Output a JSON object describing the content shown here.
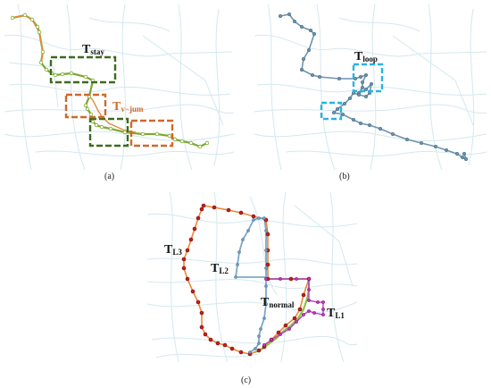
{
  "figure": {
    "panels": [
      {
        "caption": "(a)",
        "labels": [
          {
            "main": "T",
            "sub": "stay",
            "color": "#1d1d1d"
          },
          {
            "main": "T",
            "sub": "v−jum",
            "color": "#d0692a"
          }
        ],
        "colors": {
          "trajectory": "#7fa832",
          "jump_segment": "#e8893a",
          "stay_box": "#3d6b1e",
          "jump_box": "#d0692a"
        }
      },
      {
        "caption": "(b)",
        "labels": [
          {
            "main": "T",
            "sub": "loop",
            "color": "#1d1d1d"
          }
        ],
        "colors": {
          "trajectory": "#6f94ad",
          "loop_box": "#2ab3e0"
        }
      },
      {
        "caption": "(c)",
        "labels": [
          {
            "main": "T",
            "sub": "L3",
            "color": "#1d1d1d"
          },
          {
            "main": "T",
            "sub": "L2",
            "color": "#1d1d1d"
          },
          {
            "main": "T",
            "sub": "normal",
            "color": "#1d1d1d"
          },
          {
            "main": "T",
            "sub": "L1",
            "color": "#1d1d1d"
          }
        ],
        "colors": {
          "L3": "#e8893a",
          "L3_points": "#c41e1e",
          "L2": "#7fa6c8",
          "normal": "#7fc13a",
          "L1": "#c43ac4"
        }
      }
    ],
    "colors": {
      "road_network": "#d4e8ef",
      "background": "#ffffff"
    }
  }
}
